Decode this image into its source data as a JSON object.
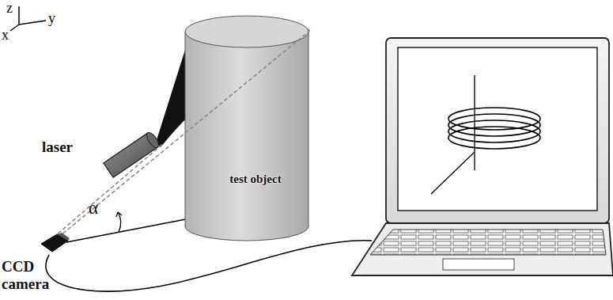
{
  "diagram": {
    "nodes": [
      {
        "text": [
          "laser"
        ]
      },
      {
        "text": [
          "test object"
        ]
      },
      {
        "text": [
          "CCD camera"
        ]
      }
    ],
    "edges": [
      {
        "from": 2,
        "to": 0,
        "arrow": "none"
      },
      {
        "from": 2,
        "to": 1,
        "arrow": "none"
      }
    ],
    "labels": [
      "z",
      "y",
      "x",
      "α"
    ]
  }
}
